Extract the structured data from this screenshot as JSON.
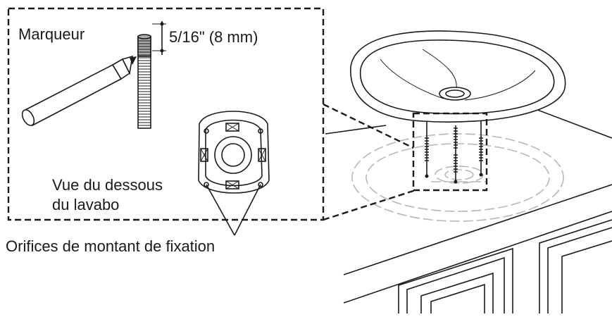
{
  "labels": {
    "marker": "Marqueur",
    "dimension": "5/16\" (8 mm)",
    "bottom_view_line1": "Vue du dessous",
    "bottom_view_line2": "du lavabo",
    "mounting_holes": "Orifices de montant de fixation"
  },
  "colors": {
    "ink": "#1a1a1a",
    "ghost": "#b8b8b8",
    "stud_marked": "#a9a9a9",
    "background": "#ffffff"
  }
}
